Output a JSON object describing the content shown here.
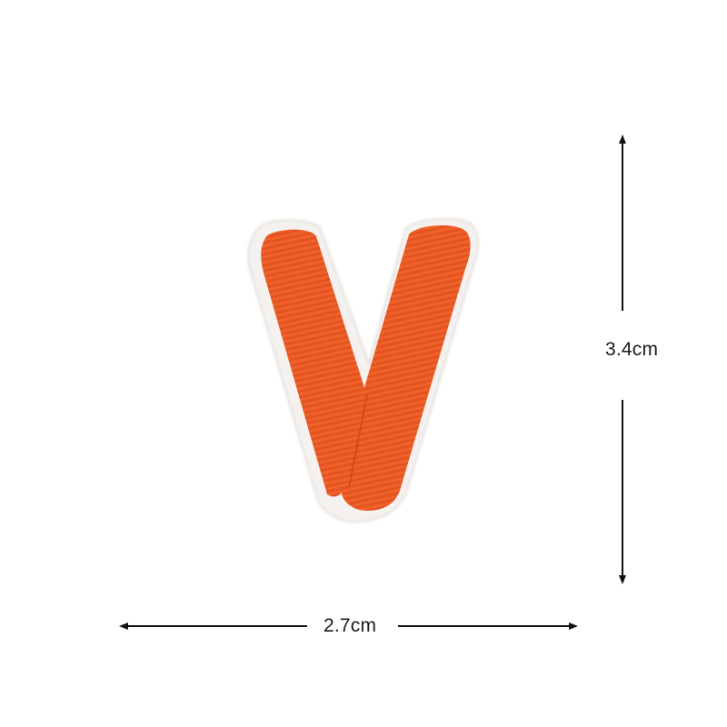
{
  "product": {
    "letter": "V",
    "colors": {
      "embroidery": "#ec5a24",
      "embroidery_shadow": "#c8431a",
      "edge": "#f4f1ee",
      "background": "#ffffff"
    }
  },
  "dimensions": {
    "height_label": "3.4cm",
    "width_label": "2.7cm",
    "arrow_color": "#111111"
  }
}
